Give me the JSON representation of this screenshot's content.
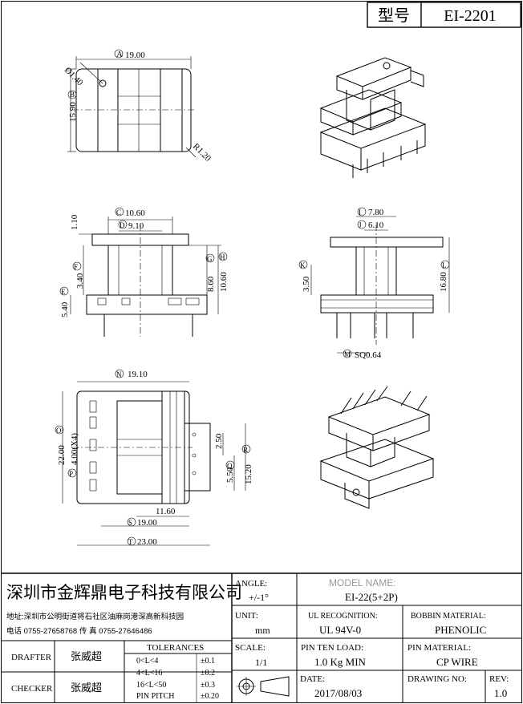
{
  "header": {
    "model_label": "型号",
    "model_value": "EI-2201"
  },
  "dimensions": {
    "A": "19.00",
    "B": "15.90",
    "hole": "Ø1.40",
    "R": "R1.20",
    "C": "10.60",
    "D": "9.10",
    "top_gap": "1.10",
    "F": "3.40",
    "E": "5.40",
    "G": "8.60",
    "H": "10.60",
    "I": "7.80",
    "J": "6.10",
    "K": "3.50",
    "L": "16.80",
    "M": "SQ0.64",
    "N": "19.10",
    "O": "22.00",
    "P": "4.00(X4)",
    "Q": "5.50",
    "R15": "15.20",
    "d250": "2.50",
    "d1160": "11.60",
    "S": "19.00",
    "T": "23.00"
  },
  "markers": [
    "A",
    "B",
    "C",
    "D",
    "E",
    "F",
    "G",
    "H",
    "I",
    "J",
    "K",
    "L",
    "M",
    "N",
    "O",
    "P",
    "Q",
    "R",
    "S",
    "T"
  ],
  "title_block": {
    "company": "深圳市金辉鼎电子科技有限公司",
    "address": "地址:深圳市公明街道将石社区油麻岗港深高新科技园",
    "phone": "电话  0755-27658768   传 真  0755-27646486",
    "angle_label": "ANGLE:",
    "angle_value": "+/-1°",
    "model_name_label": "MODEL NAME:",
    "model_name_value": "EI-22(5+2P)",
    "unit_label": "UNIT:",
    "unit_value": "mm",
    "ul_label": "UL RECOGNITION:",
    "ul_value": "UL 94V-0",
    "bobbin_label": "BOBBIN MATERIAL:",
    "bobbin_value": "PHENOLIC",
    "scale_label": "SCALE:",
    "scale_value": "1/1",
    "pin_load_label": "PIN TEN LOAD:",
    "pin_load_value": "1.0 Kg MIN",
    "pin_mat_label": "PIN MATERIAL:",
    "pin_mat_value": "CP WIRE",
    "date_label": "DATE:",
    "date_value": "2017/08/03",
    "drawing_no_label": "DRAWING NO:",
    "rev_label": "REV:",
    "rev_value": "1.0",
    "drafter_label": "DRAFTER",
    "drafter_value": "张威超",
    "checker_label": "CHECKER",
    "checker_value": "张威超",
    "tolerances_label": "TOLERANCES",
    "tolerances": [
      {
        "range": "0<L<4",
        "tol": "±0.1"
      },
      {
        "range": "4<L<16",
        "tol": "±0.2"
      },
      {
        "range": "16<L<50",
        "tol": "±0.3"
      },
      {
        "range": "PIN PITCH",
        "tol": "±0.20"
      }
    ]
  }
}
